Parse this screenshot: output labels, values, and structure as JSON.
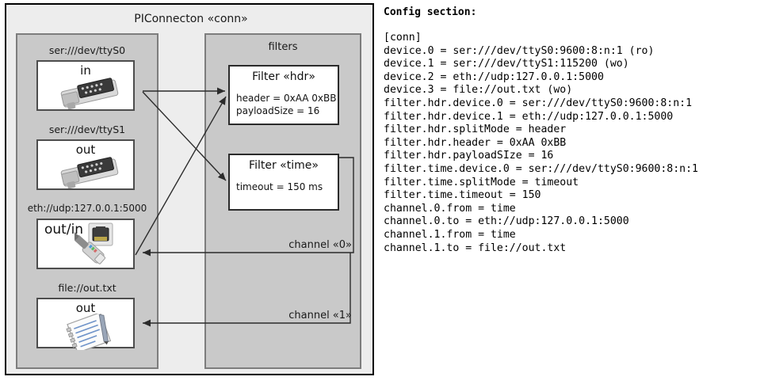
{
  "diagram": {
    "title": "PIConnecton «conn»",
    "devices_package": {
      "name": "devices-package",
      "devices": [
        {
          "label": "ser:///dev/ttyS0",
          "direction": "in",
          "icon": "serial-port-icon"
        },
        {
          "label": "ser:///dev/ttyS1",
          "direction": "out",
          "icon": "serial-port-icon"
        },
        {
          "label": "eth://udp:127.0.0.1:5000",
          "direction": "out/in",
          "icon": "network-socket-icon"
        },
        {
          "label": "file://out.txt",
          "direction": "out",
          "icon": "text-file-icon"
        }
      ]
    },
    "filters_package": {
      "label": "filters",
      "filters": [
        {
          "title": "Filter «hdr»",
          "attributes": "header = 0xAA 0xBB\npayloadSize = 16"
        },
        {
          "title": "Filter «time»",
          "attributes": "timeout = 150 ms"
        }
      ],
      "channels": [
        {
          "label": "channel «0»"
        },
        {
          "label": "channel «1»"
        }
      ]
    }
  },
  "config": {
    "heading": "Config section:",
    "lines": "[conn]\ndevice.0 = ser:///dev/ttyS0:9600:8:n:1 (ro)\ndevice.1 = ser:///dev/ttyS1:115200 (wo)\ndevice.2 = eth://udp:127.0.0.1:5000\ndevice.3 = file://out.txt (wo)\nfilter.hdr.device.0 = ser:///dev/ttyS0:9600:8:n:1\nfilter.hdr.device.1 = eth://udp:127.0.0.1:5000\nfilter.hdr.splitMode = header\nfilter.hdr.header = 0xAA 0xBB\nfilter.hdr.payloadSIze = 16\nfilter.time.device.0 = ser:///dev/ttyS0:9600:8:n:1\nfilter.time.splitMode = timeout\nfilter.time.timeout = 150\nchannel.0.from = time\nchannel.0.to = eth://udp:127.0.0.1:5000\nchannel.1.from = time\nchannel.1.to = file://out.txt"
  },
  "colors": {
    "page_background": "#ffffff",
    "frame_background": "#ededed",
    "package_background": "#c9c9c9",
    "package_border": "#7d7d7d",
    "box_background": "#ffffff",
    "outer_border": "#000000",
    "line": "#333333",
    "text": "#111111"
  }
}
